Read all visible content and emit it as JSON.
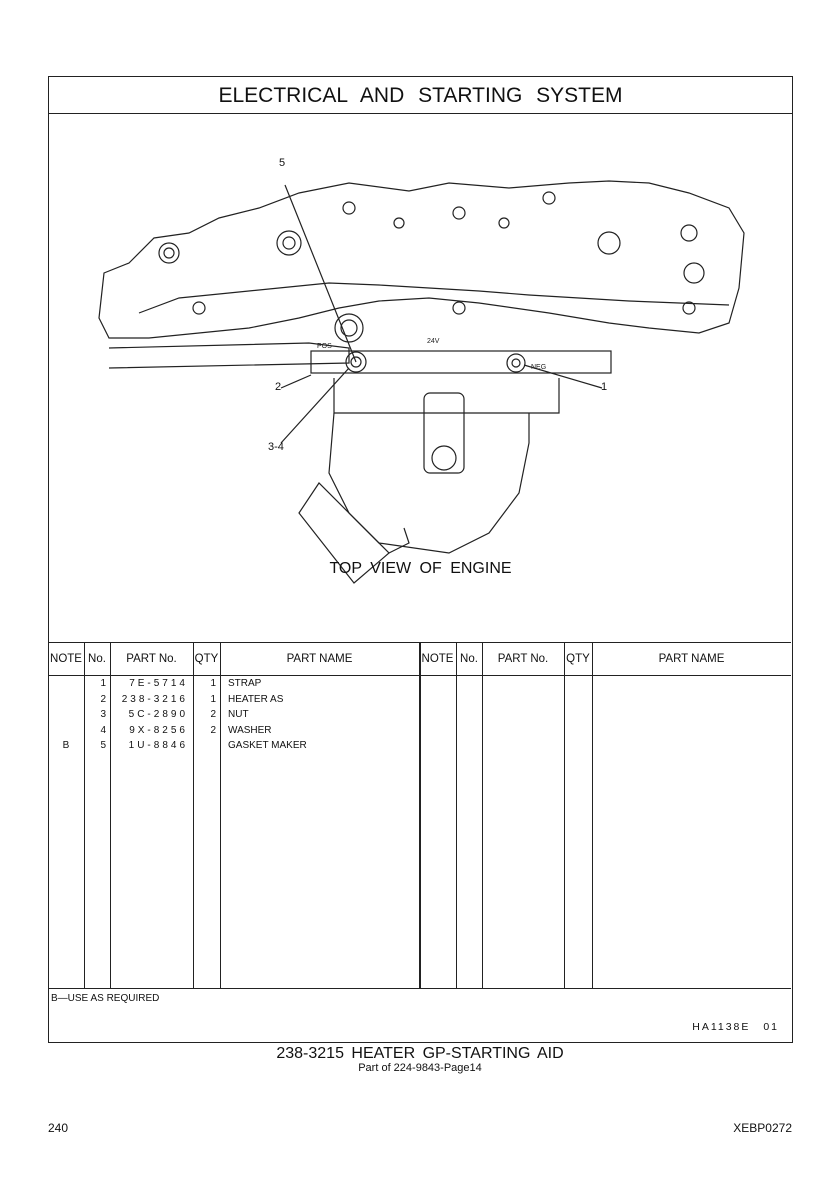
{
  "title": "ELECTRICAL AND STARTING SYSTEM",
  "drawing": {
    "view_label": "TOP VIEW OF ENGINE",
    "callouts": [
      "5",
      "2",
      "3-4",
      "1"
    ],
    "markings": [
      "POS",
      "24V",
      "NEG"
    ]
  },
  "table": {
    "headers": [
      "NOTE",
      "No.",
      "PART No.",
      "QTY",
      "PART NAME"
    ],
    "rows": [
      {
        "note": "",
        "no": "1",
        "part": "7E-5714",
        "qty": "1",
        "name": "STRAP"
      },
      {
        "note": "",
        "no": "2",
        "part": "238-3216",
        "qty": "1",
        "name": "HEATER AS"
      },
      {
        "note": "",
        "no": "3",
        "part": "5C-2890",
        "qty": "2",
        "name": "NUT"
      },
      {
        "note": "",
        "no": "4",
        "part": "9X-8256",
        "qty": "2",
        "name": "WASHER"
      },
      {
        "note": "B",
        "no": "5",
        "part": "1U-8846",
        "qty": "",
        "name": "GASKET MAKER"
      }
    ]
  },
  "notes": {
    "text": "B—USE AS REQUIRED",
    "ref": "HA1138E 01"
  },
  "caption": "238-3215 HEATER GP-STARTING AID",
  "subcaption": "Part of 224-9843-Page14",
  "page_number": "240",
  "doc_id": "XEBP0272"
}
